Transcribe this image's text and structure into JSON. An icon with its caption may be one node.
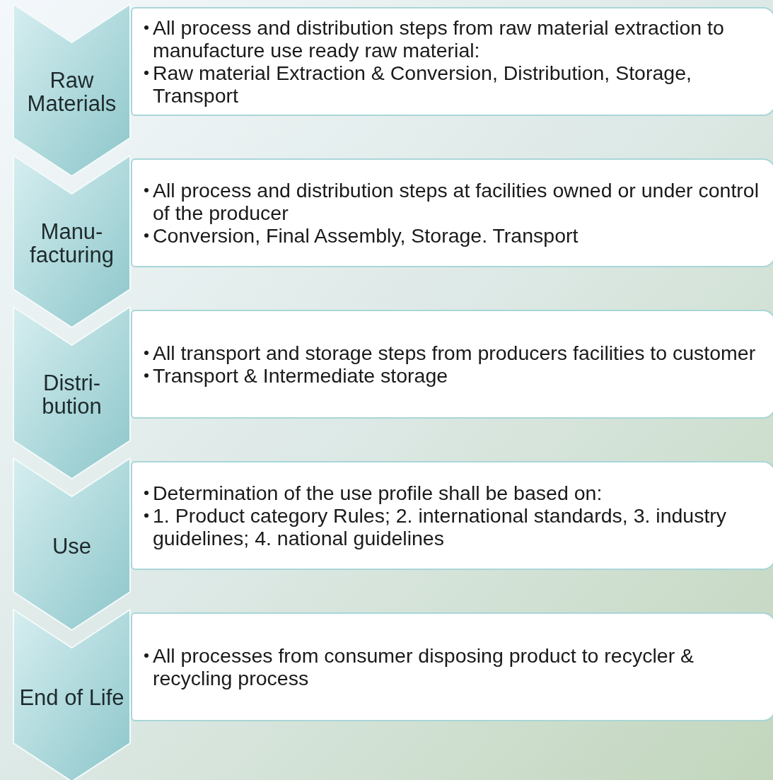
{
  "diagram": {
    "nodes": [
      {
        "text": [
          "Raw Materials"
        ]
      },
      {
        "text": [
          "All process and distribution steps from raw material extraction to manufacture use ready raw material:",
          "Raw material Extraction & Conversion, Distribution, Storage, Transport"
        ]
      },
      {
        "text": [
          "Manu- facturing"
        ]
      },
      {
        "text": [
          "All process and distribution steps at facilities owned or under control of the producer",
          "Conversion, Final Assembly, Storage. Transport"
        ]
      },
      {
        "text": [
          "Distri- bution"
        ]
      },
      {
        "text": [
          "All transport and storage steps from producers facilities to customer",
          "Transport & Intermediate storage"
        ]
      },
      {
        "text": [
          "Use"
        ]
      },
      {
        "text": [
          "Determination of the use profile shall be based on:",
          "1. Product category Rules; 2. international standards, 3. industry guidelines; 4. national guidelines"
        ]
      },
      {
        "text": [
          "End of Life"
        ]
      },
      {
        "text": [
          "All processes from consumer disposing product to recycler & recycling process"
        ]
      }
    ]
  }
}
